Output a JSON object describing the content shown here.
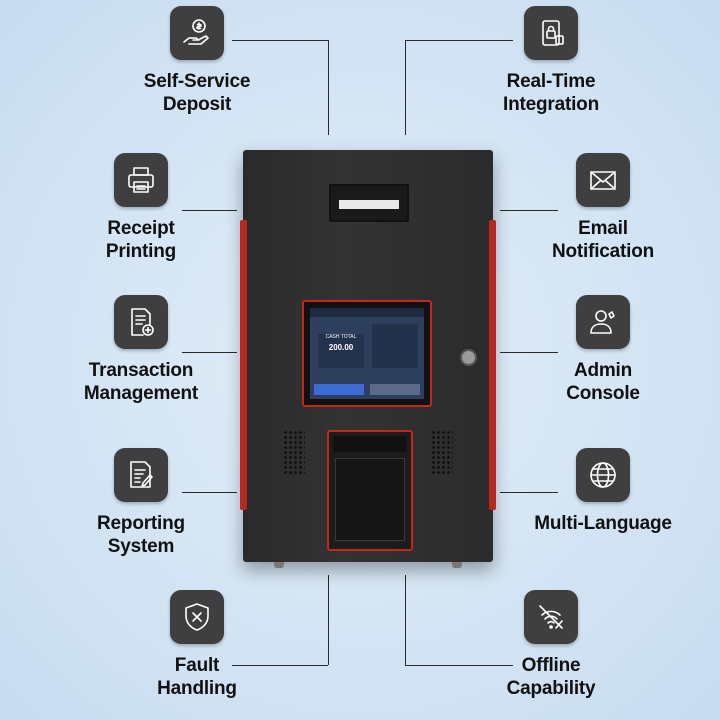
{
  "features": {
    "self_service_deposit": [
      "Self-Service",
      "Deposit"
    ],
    "real_time_integration": [
      "Real-Time",
      "Integration"
    ],
    "receipt_printing": [
      "Receipt",
      "Printing"
    ],
    "email_notification": [
      "Email",
      "Notification"
    ],
    "transaction_management": [
      "Transaction",
      "Management"
    ],
    "admin_console": [
      "Admin",
      "Console"
    ],
    "reporting_system": [
      "Reporting",
      "System"
    ],
    "multi_language": [
      "Multi-Language"
    ],
    "fault_handling": [
      "Fault",
      "Handling"
    ],
    "offline_capability": [
      "Offline",
      "Capability"
    ]
  },
  "screen": {
    "cash_total_label": "CASH TOTAL",
    "cash_total_value": "200.00"
  },
  "icons": [
    "dollar-hand-icon",
    "secure-phone-icon",
    "printer-icon",
    "envelope-icon",
    "document-plus-icon",
    "admin-user-icon",
    "report-pen-icon",
    "globe-icon",
    "shield-x-icon",
    "offline-no-signal-icon"
  ]
}
